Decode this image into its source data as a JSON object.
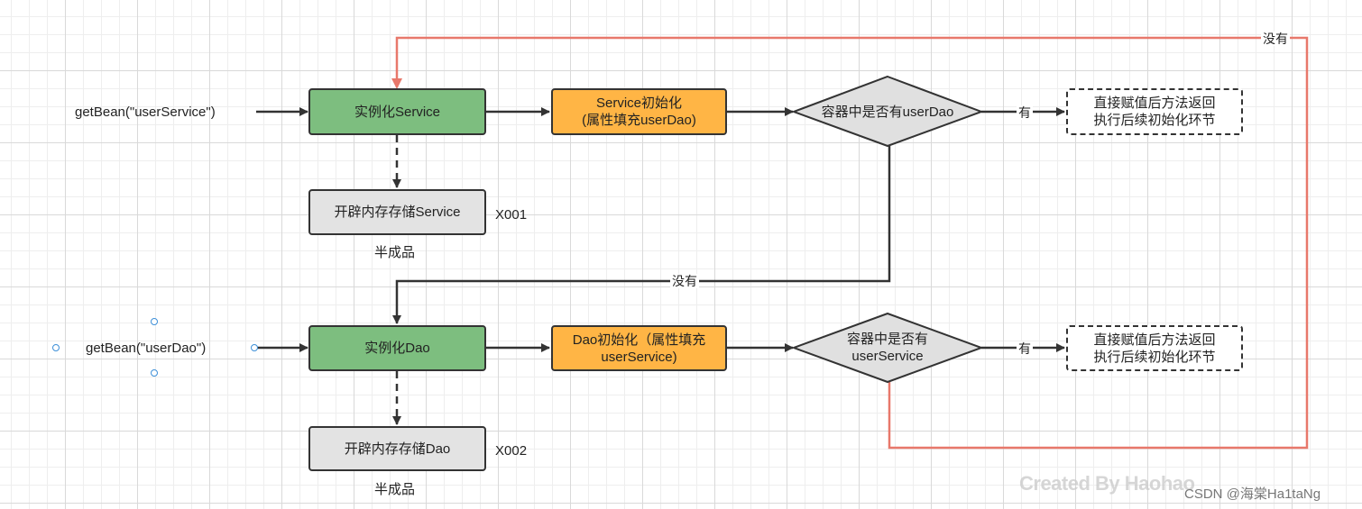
{
  "colors": {
    "process_green": "#7dbe7f",
    "process_orange": "#ffb545",
    "storage_grey": "#e3e3e3",
    "decision_grey": "#e0e0e0",
    "loop_line_red": "#e8786b",
    "line_dark": "#333333"
  },
  "top_flow": {
    "entry_label": "getBean(\"userService\")",
    "instantiate_label": "实例化Service",
    "init_label": "Service初始化\n(属性填充userDao)",
    "decision_label": "容器中是否有userDao",
    "yes_label": "有",
    "yes_result_label": "直接赋值后方法返回\n执行后续初始化环节",
    "alloc_label": "开辟内存存储Service",
    "alloc_id": "X001",
    "half_label": "半成品",
    "no_label": "没有"
  },
  "bottom_flow": {
    "entry_label": "getBean(\"userDao\")",
    "instantiate_label": "实例化Dao",
    "init_label": "Dao初始化（属性填充\nuserService)",
    "decision_label": "容器中是否有\nuserService",
    "yes_label": "有",
    "yes_result_label": "直接赋值后方法返回\n执行后续初始化环节",
    "alloc_label": "开辟内存存储Dao",
    "alloc_id": "X002",
    "half_label": "半成品",
    "no_label": "没有"
  },
  "watermark": {
    "created_by": "Created By Haohao",
    "csdn": "CSDN @海棠Ha1taNg"
  }
}
